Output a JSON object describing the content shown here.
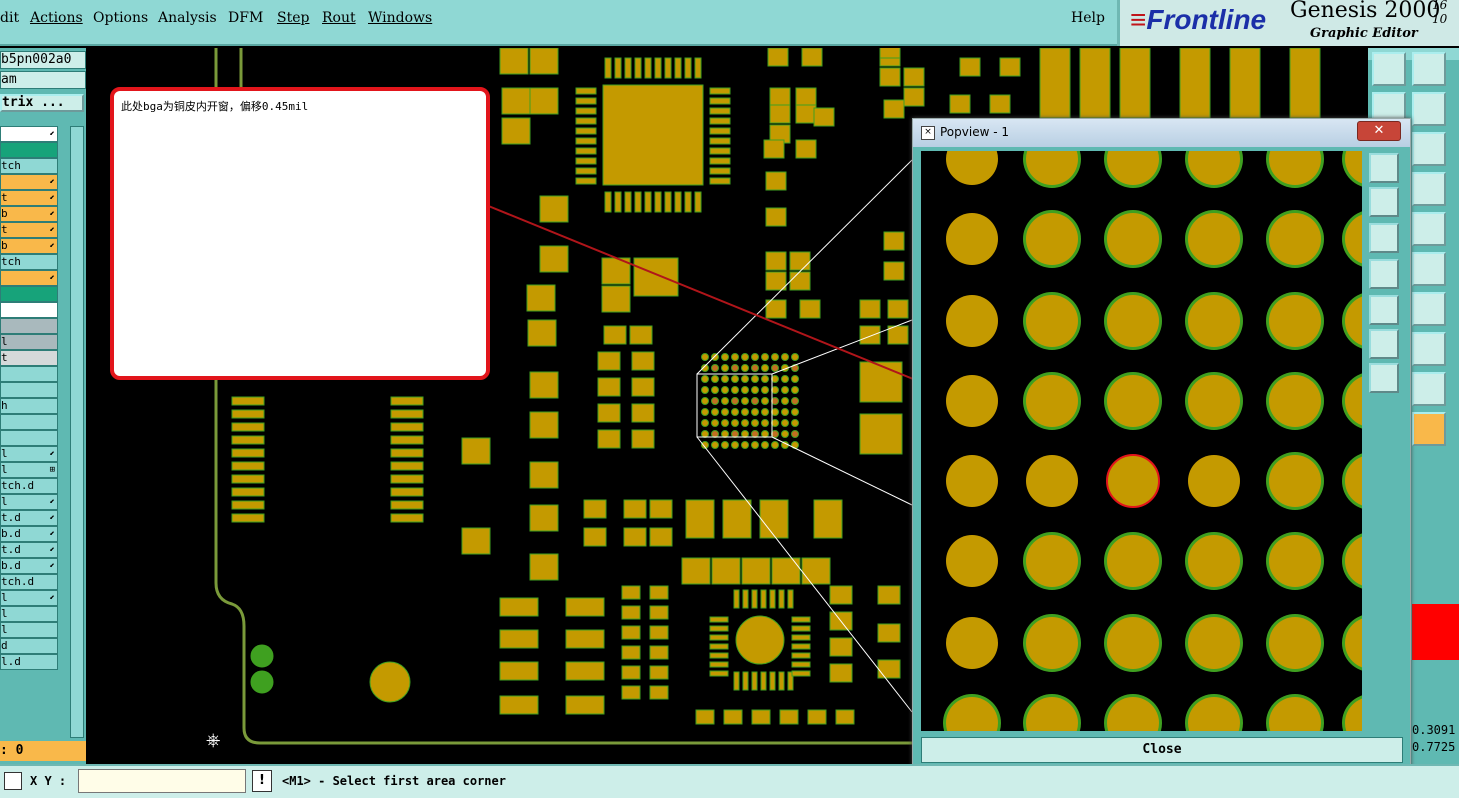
{
  "menu": {
    "items": [
      "dit",
      "Actions",
      "Options",
      "Analysis",
      "DFM",
      "Step",
      "Rout",
      "Windows"
    ],
    "help": "Help"
  },
  "brand": {
    "logo_pre": "Fr",
    "logo_post": "ntline",
    "product": "Genesis 2000",
    "subtitle": "Graphic Editor",
    "version_line1": "16",
    "version_line2": "10"
  },
  "left_panel": {
    "job_name": "b5pn002a0",
    "step": "am",
    "matrix_button": "trix ...",
    "layers": [
      {
        "label": "",
        "color": "white",
        "arrow": "⬋"
      },
      {
        "label": "",
        "color": "green",
        "arrow": ""
      },
      {
        "label": "tch",
        "color": "teal",
        "arrow": ""
      },
      {
        "label": "",
        "color": "orange",
        "arrow": "⬋"
      },
      {
        "label": "t",
        "color": "orange",
        "arrow": "⬋"
      },
      {
        "label": "b",
        "color": "orange",
        "arrow": "⬋"
      },
      {
        "label": "t",
        "color": "orange",
        "arrow": "⬋"
      },
      {
        "label": "b",
        "color": "orange",
        "arrow": "⬋"
      },
      {
        "label": "tch",
        "color": "teal",
        "arrow": ""
      },
      {
        "label": "",
        "color": "orange",
        "arrow": "⬋"
      },
      {
        "label": "",
        "color": "green",
        "arrow": ""
      },
      {
        "label": "",
        "color": "white",
        "arrow": ""
      },
      {
        "label": "",
        "color": "gray",
        "arrow": ""
      },
      {
        "label": "l",
        "color": "gray",
        "arrow": ""
      },
      {
        "label": "t",
        "color": "lgray",
        "arrow": ""
      },
      {
        "label": "",
        "color": "teal",
        "arrow": ""
      },
      {
        "label": "",
        "color": "teal",
        "arrow": ""
      },
      {
        "label": "h",
        "color": "teal",
        "arrow": ""
      },
      {
        "label": "",
        "color": "teal",
        "arrow": ""
      },
      {
        "label": "",
        "color": "teal",
        "arrow": ""
      },
      {
        "label": "l",
        "color": "teal",
        "arrow": "⬋"
      },
      {
        "label": "l",
        "color": "teal",
        "arrow": "⊞"
      },
      {
        "label": "tch.d",
        "color": "teal",
        "arrow": ""
      },
      {
        "label": "l",
        "color": "teal",
        "arrow": "⬋"
      },
      {
        "label": "t.d",
        "color": "teal",
        "arrow": "⬋"
      },
      {
        "label": "b.d",
        "color": "teal",
        "arrow": "⬋"
      },
      {
        "label": "t.d",
        "color": "teal",
        "arrow": "⬋"
      },
      {
        "label": "b.d",
        "color": "teal",
        "arrow": "⬋"
      },
      {
        "label": "tch.d",
        "color": "teal",
        "arrow": ""
      },
      {
        "label": "l",
        "color": "teal",
        "arrow": "⬋"
      },
      {
        "label": "l",
        "color": "teal",
        "arrow": ""
      },
      {
        "label": "l",
        "color": "teal",
        "arrow": ""
      },
      {
        "label": "d",
        "color": "teal",
        "arrow": ""
      },
      {
        "label": "l.d",
        "color": "teal",
        "arrow": ""
      }
    ],
    "coord_readout": ": 0"
  },
  "note": {
    "text": "此处bga为铜皮内开窗，偏移0.45mil"
  },
  "popview": {
    "title": "Popview - 1",
    "close_x": "✕",
    "close_button": "Close"
  },
  "right_panel": {
    "readout1": "0.3091",
    "readout2": "0.7725"
  },
  "bottom": {
    "xy_label": "X Y :",
    "xy_value": "",
    "status_icon": "!",
    "message": "<M1> - Select first area corner"
  },
  "colors": {
    "teal_panel": "#5fb9b2",
    "pad_gold": "#c49a00",
    "soldermask_green": "#3fa020",
    "highlight_red": "#e2151b",
    "background": "#000000"
  }
}
